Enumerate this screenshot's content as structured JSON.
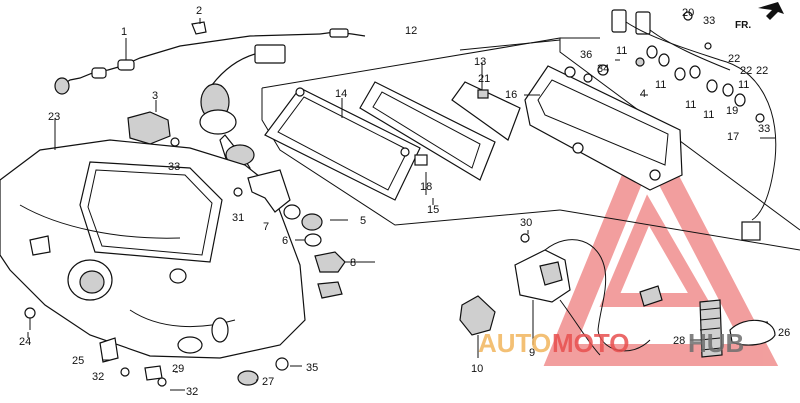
{
  "callouts": {
    "n1": "1",
    "n2": "2",
    "n3": "3",
    "n4": "4",
    "n5": "5",
    "n6": "6",
    "n7": "7",
    "n8": "8",
    "n9": "9",
    "n10": "10",
    "n11a": "11",
    "n11b": "11",
    "n11c": "11",
    "n11d": "11",
    "n11e": "11",
    "n12": "12",
    "n13": "13",
    "n14": "14",
    "n15": "15",
    "n16": "16",
    "n17": "17",
    "n18": "18",
    "n19": "19",
    "n20": "20",
    "n21": "21",
    "n22a": "22",
    "n22b": "22",
    "n22c": "22",
    "n23": "23",
    "n24": "24",
    "n25": "25",
    "n26": "26",
    "n27": "27",
    "n28": "28",
    "n29": "29",
    "n30": "30",
    "n31": "31",
    "n32a": "32",
    "n32b": "32",
    "n33a": "33",
    "n33b": "33",
    "n33c": "33",
    "n34": "34",
    "n35": "35",
    "n36": "36"
  },
  "direction_label": "FR.",
  "watermark": {
    "part1": "AUTO",
    "part2": "MOTO",
    "part3": "HUB",
    "colors": {
      "orange": "#f2b65e",
      "red": "#e8504f",
      "gray": "#6e6e6e"
    }
  }
}
